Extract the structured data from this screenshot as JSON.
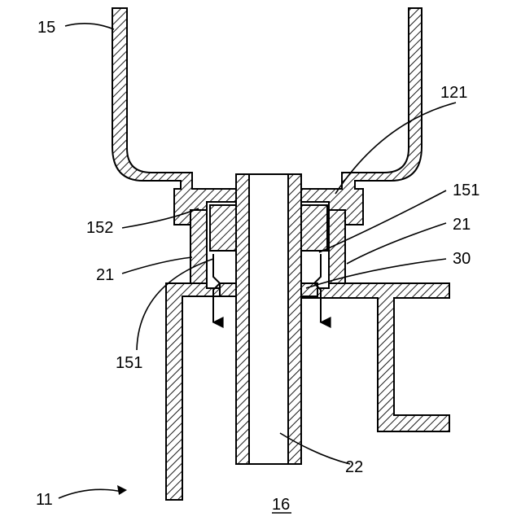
{
  "figure": {
    "labels": {
      "container": "15",
      "tab_121": "121",
      "flange_152": "152",
      "wall_21_left": "21",
      "wall_21_right": "21",
      "passage_151_left": "151",
      "passage_151_right": "151",
      "seal_30": "30",
      "tube_22": "22",
      "housing_11": "11",
      "chamber_16": "16"
    },
    "colors": {
      "stroke": "#000000",
      "background": "#ffffff"
    }
  }
}
